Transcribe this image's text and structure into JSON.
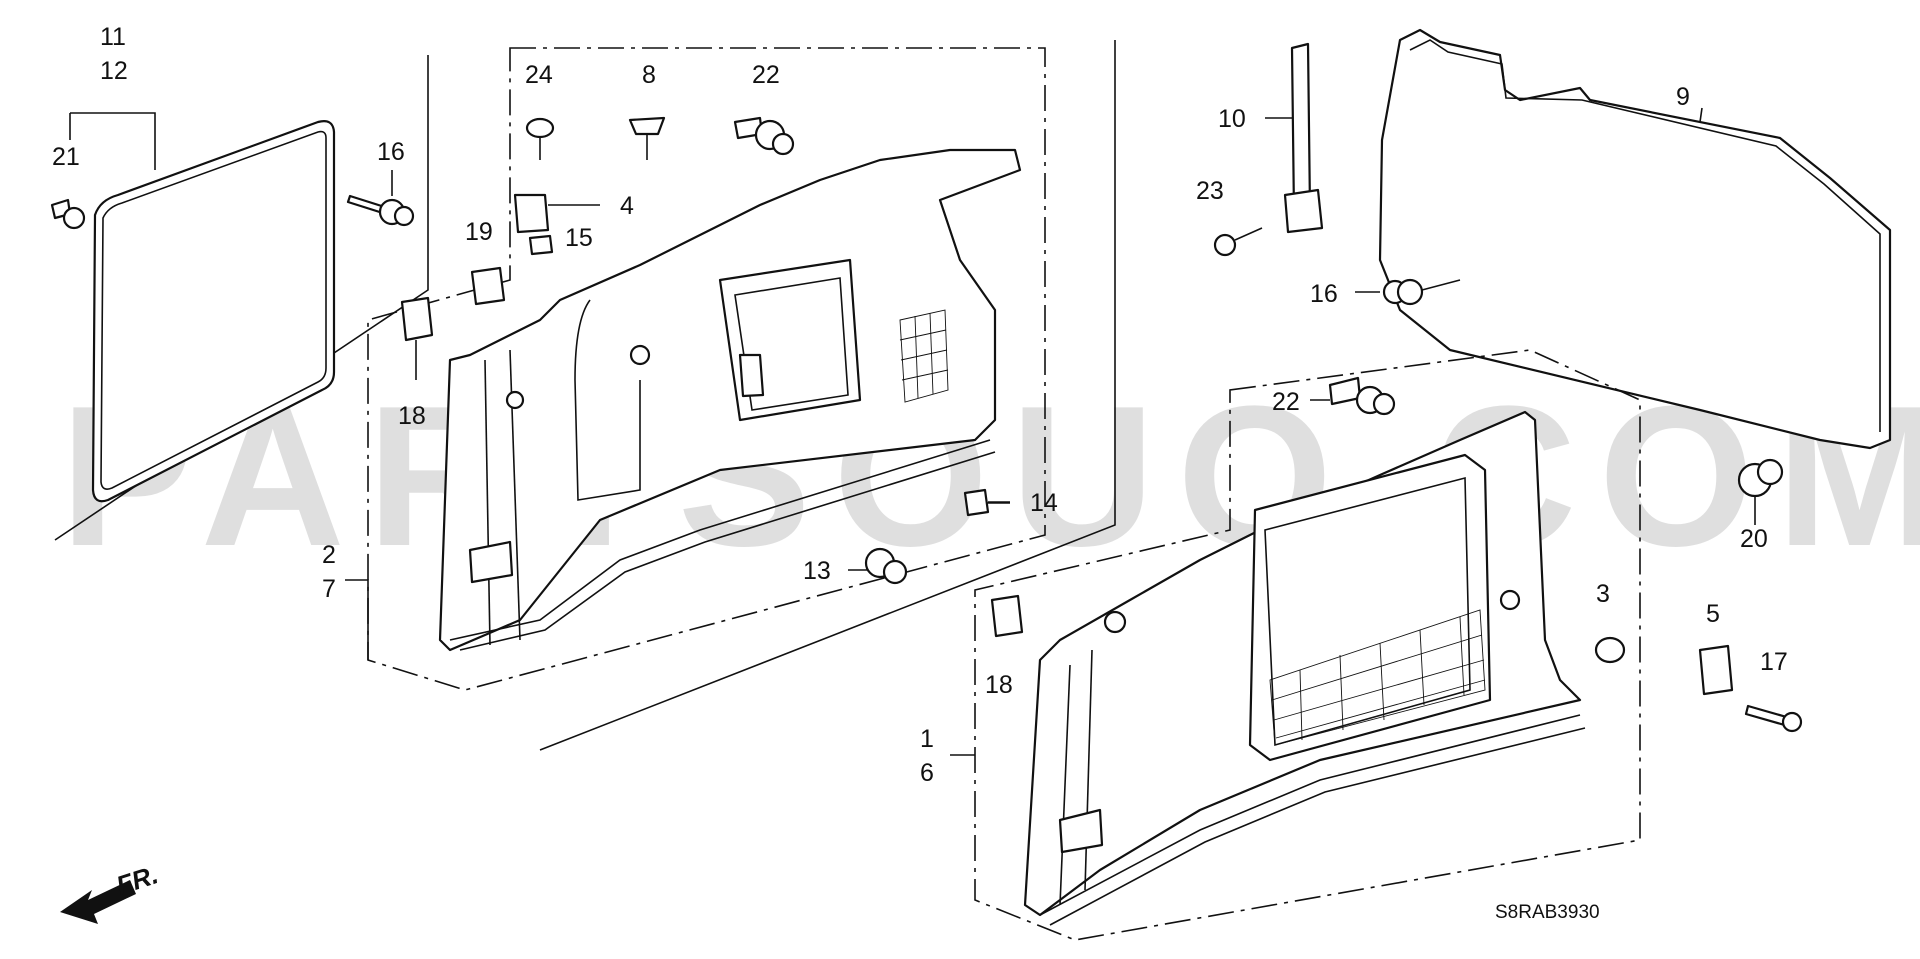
{
  "diagram": {
    "watermark": "PARTSOUQ.COM",
    "code": "S8RAB3930",
    "front_indicator": "FR.",
    "callouts": [
      {
        "id": "c11",
        "label": "11"
      },
      {
        "id": "c12",
        "label": "12"
      },
      {
        "id": "c21",
        "label": "21"
      },
      {
        "id": "c16a",
        "label": "16"
      },
      {
        "id": "c24",
        "label": "24"
      },
      {
        "id": "c8",
        "label": "8"
      },
      {
        "id": "c22a",
        "label": "22"
      },
      {
        "id": "c4",
        "label": "4"
      },
      {
        "id": "c19",
        "label": "19"
      },
      {
        "id": "c15",
        "label": "15"
      },
      {
        "id": "c18a",
        "label": "18"
      },
      {
        "id": "c2",
        "label": "2"
      },
      {
        "id": "c7",
        "label": "7"
      },
      {
        "id": "c14",
        "label": "14"
      },
      {
        "id": "c13",
        "label": "13"
      },
      {
        "id": "c10",
        "label": "10"
      },
      {
        "id": "c23",
        "label": "23"
      },
      {
        "id": "c9",
        "label": "9"
      },
      {
        "id": "c16b",
        "label": "16"
      },
      {
        "id": "c22b",
        "label": "22"
      },
      {
        "id": "c20",
        "label": "20"
      },
      {
        "id": "c3",
        "label": "3"
      },
      {
        "id": "c5",
        "label": "5"
      },
      {
        "id": "c17",
        "label": "17"
      },
      {
        "id": "c18b",
        "label": "18"
      },
      {
        "id": "c1",
        "label": "1"
      },
      {
        "id": "c6",
        "label": "6"
      }
    ]
  }
}
